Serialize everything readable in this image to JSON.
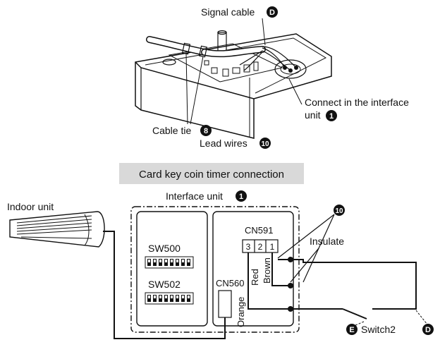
{
  "top_figure": {
    "signal_cable_label": "Signal cable",
    "signal_cable_badge": "D",
    "connect_label_line1": "Connect in the interface",
    "connect_label_line2": "unit",
    "connect_badge": "1",
    "cable_tie_label": "Cable tie",
    "cable_tie_badge": "8",
    "lead_wires_label": "Lead wires",
    "lead_wires_badge": "10"
  },
  "bottom_figure": {
    "section_title": "Card key coin timer connection",
    "interface_unit_label": "Interface unit",
    "interface_unit_badge": "1",
    "indoor_unit_label": "Indoor unit",
    "sw500_label": "SW500",
    "sw502_label": "SW502",
    "cn560_label": "CN560",
    "cn591_label": "CN591",
    "terminals": [
      "3",
      "2",
      "1"
    ],
    "wire_orange": "Orange",
    "wire_red": "Red",
    "wire_brown": "Brown",
    "lead_badge": "10",
    "insulate_label": "Insulate",
    "switch_label": "Switch2",
    "switch_badge": "E",
    "cable_badge": "D"
  },
  "colors": {
    "title_bar_bg": "#d9d9d9",
    "line": "#111111"
  }
}
